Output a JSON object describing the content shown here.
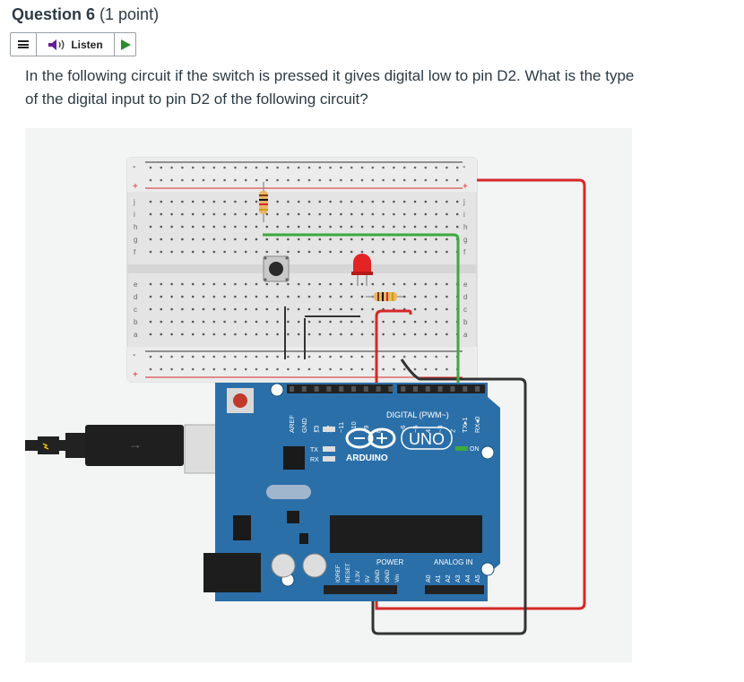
{
  "question": {
    "number_label": "Question 6",
    "points_label": "(1 point)"
  },
  "toolbar": {
    "menu_icon": "hamburger-menu-icon",
    "listen_label": "Listen",
    "speaker_icon": "speaker-icon",
    "play_icon": "play-icon"
  },
  "prompt": "In the following circuit if the switch is pressed it gives digital low to pin D2. What is the type of the digital input to pin D2 of the following circuit?",
  "circuit": {
    "breadboard": {
      "row_letters_top": [
        "j",
        "i",
        "h",
        "g",
        "f"
      ],
      "row_letters_bottom": [
        "e",
        "d",
        "c",
        "b",
        "a"
      ],
      "rail_minus": "-",
      "rail_plus": "+"
    },
    "arduino": {
      "header_top": [
        "AREF",
        "GND",
        "13",
        "12",
        "~11",
        "~10",
        "~9",
        "8",
        "7",
        "~6",
        "~5",
        "4",
        "~3",
        "2",
        "TX▸1",
        "RX◂0"
      ],
      "digital_label": "DIGITAL (PWM~)",
      "uno_label": "UNO",
      "brand": "ARDUINO",
      "led_labels": [
        "L",
        "TX",
        "RX"
      ],
      "on_label": "ON",
      "power_label": "POWER",
      "analog_label": "ANALOG IN",
      "power_pins": [
        "IOREF",
        "RESET",
        "3.3V",
        "5V",
        "GND",
        "GND",
        "Vin"
      ],
      "analog_pins": [
        "A0",
        "A1",
        "A2",
        "A3",
        "A4",
        "A5"
      ]
    },
    "colors": {
      "wire_red": "#d62828",
      "wire_green": "#3caa3c",
      "wire_black": "#333333",
      "board_blue": "#2b6fa8"
    }
  }
}
